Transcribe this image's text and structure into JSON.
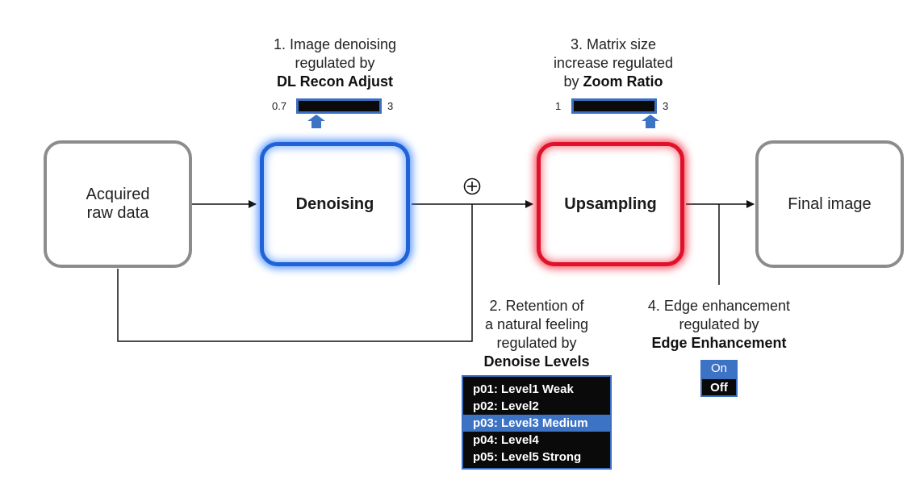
{
  "nodes": {
    "raw": "Acquired\nraw data",
    "denoise": "Denoising",
    "upsample": "Upsampling",
    "final": "Final image"
  },
  "captions": {
    "c1": {
      "text": "1. Image denoising\nregulated by",
      "bold": "DL Recon Adjust"
    },
    "c2": {
      "text": "2. Retention of\na natural feeling\nregulated by",
      "bold": "Denoise Levels"
    },
    "c3": {
      "text": "3. Matrix size\nincrease regulated\nby ",
      "bold": "Zoom Ratio"
    },
    "c4": {
      "text": "4. Edge enhancement\nregulated by",
      "bold": "Edge Enhancement"
    }
  },
  "sliders": {
    "dl_recon": {
      "min_label": "0.7",
      "max_label": "3",
      "min": 0.7,
      "max": 3,
      "value": 1.2
    },
    "zoom": {
      "min_label": "1",
      "max_label": "3",
      "min": 1,
      "max": 3,
      "value": 2.9
    }
  },
  "denoise_levels": {
    "items": [
      "p01: Level1 Weak",
      "p02: Level2",
      "p03: Level3 Medium",
      "p04: Level4",
      "p05: Level5 Strong"
    ],
    "selected": 2
  },
  "edge_toggle": {
    "on": "On",
    "off": "Off",
    "selected": "Off"
  },
  "colors": {
    "blue": "#1f63d6",
    "red": "#e0112b",
    "accent": "#3d73c4"
  }
}
